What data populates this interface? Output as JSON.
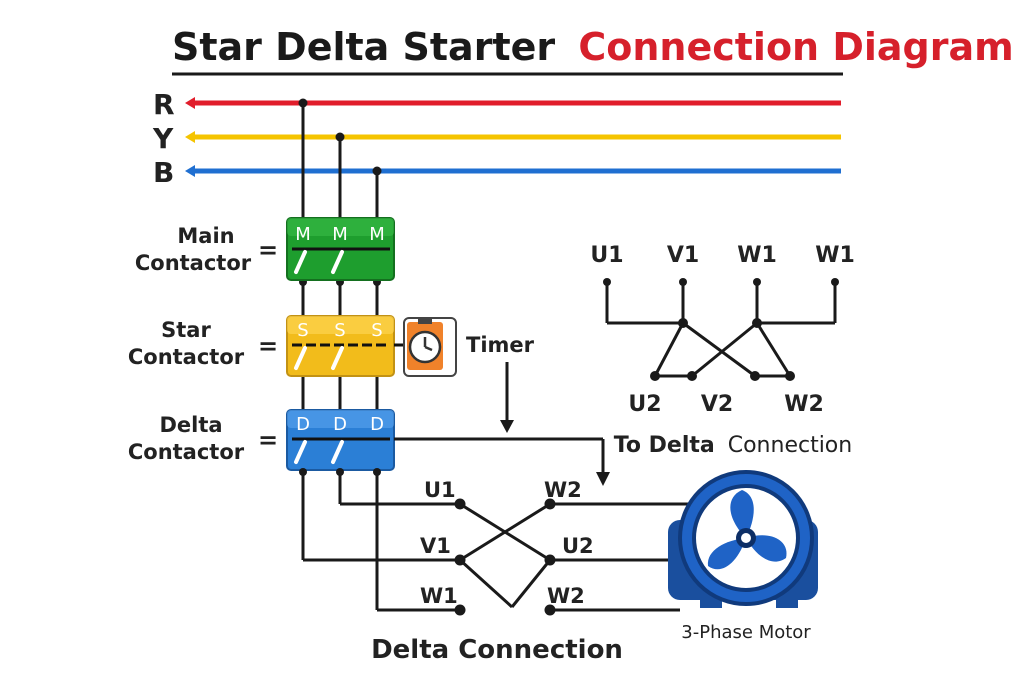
{
  "title": {
    "part1": "Star Delta Starter",
    "part2": "Connection Diagram"
  },
  "phases": [
    {
      "label": "R",
      "color": "#e11d2b"
    },
    {
      "label": "Y",
      "color": "#f5c400"
    },
    {
      "label": "B",
      "color": "#1f6fd1"
    }
  ],
  "contactors": [
    {
      "label_line1": "Main",
      "label_line2": "Contactor",
      "letter": "M",
      "color": "#1e9e2e"
    },
    {
      "label_line1": "Star",
      "label_line2": "Contactor",
      "letter": "S",
      "color": "#f2bc1b"
    },
    {
      "label_line1": "Delta",
      "label_line2": "Contactor",
      "letter": "D",
      "color": "#2b7fd6"
    }
  ],
  "equals_sign": "=",
  "timer": {
    "label": "Timer",
    "color": "#f0822a"
  },
  "to_delta": {
    "top_labels": [
      "U1",
      "V1",
      "W1",
      "W1"
    ],
    "bottom_labels": [
      "U2",
      "V2",
      "W2"
    ],
    "caption_bold": "To Delta",
    "caption_rest": "Connection"
  },
  "delta": {
    "left_labels": [
      "U1",
      "V1",
      "W1"
    ],
    "right_labels": [
      "W2",
      "U2",
      "W2"
    ],
    "caption": "Delta Connection"
  },
  "motor": {
    "label": "3-Phase Motor",
    "color": "#1f63c6"
  },
  "colors": {
    "title_red": "#d6202b",
    "wire": "#1a1a1a"
  }
}
